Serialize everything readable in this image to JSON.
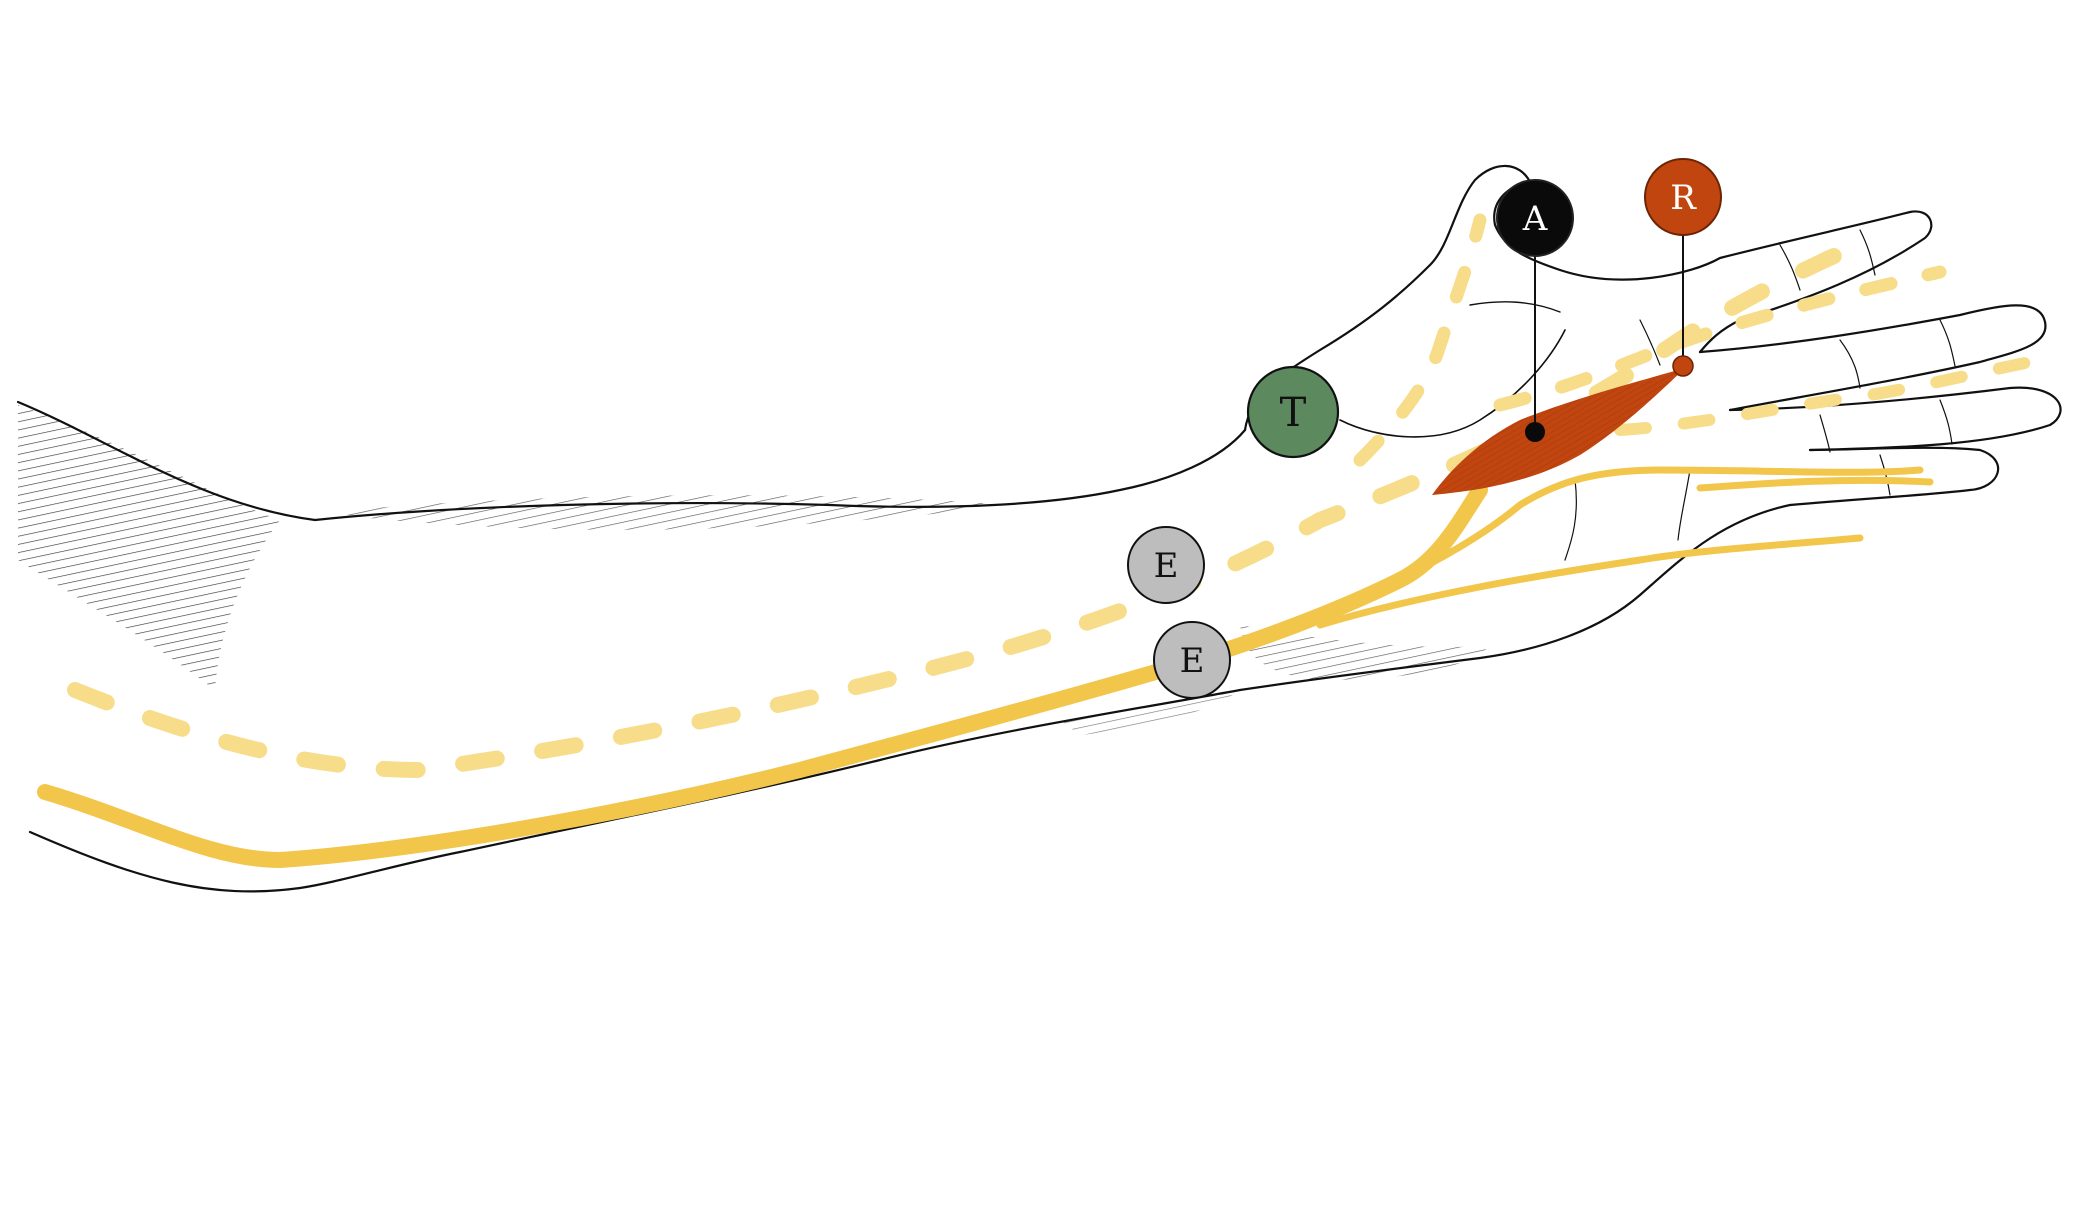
{
  "markers": {
    "anode": {
      "label": "A",
      "color": "#0a0a0a",
      "text_color": "#ffffff"
    },
    "reference": {
      "label": "R",
      "color": "#c0450f",
      "text_color": "#ffffff"
    },
    "thumb": {
      "label": "T",
      "color": "#5c8a5e",
      "text_color": "#111111"
    },
    "elbow_upper": {
      "label": "E",
      "color": "#bdbdbd",
      "text_color": "#111111"
    },
    "elbow_lower": {
      "label": "E",
      "color": "#bdbdbd",
      "text_color": "#111111"
    }
  },
  "colors": {
    "nerve": "#f2c64a",
    "nerve_faint": "#f7dc8a",
    "muscle": "#c0450f",
    "outline": "#111111"
  }
}
